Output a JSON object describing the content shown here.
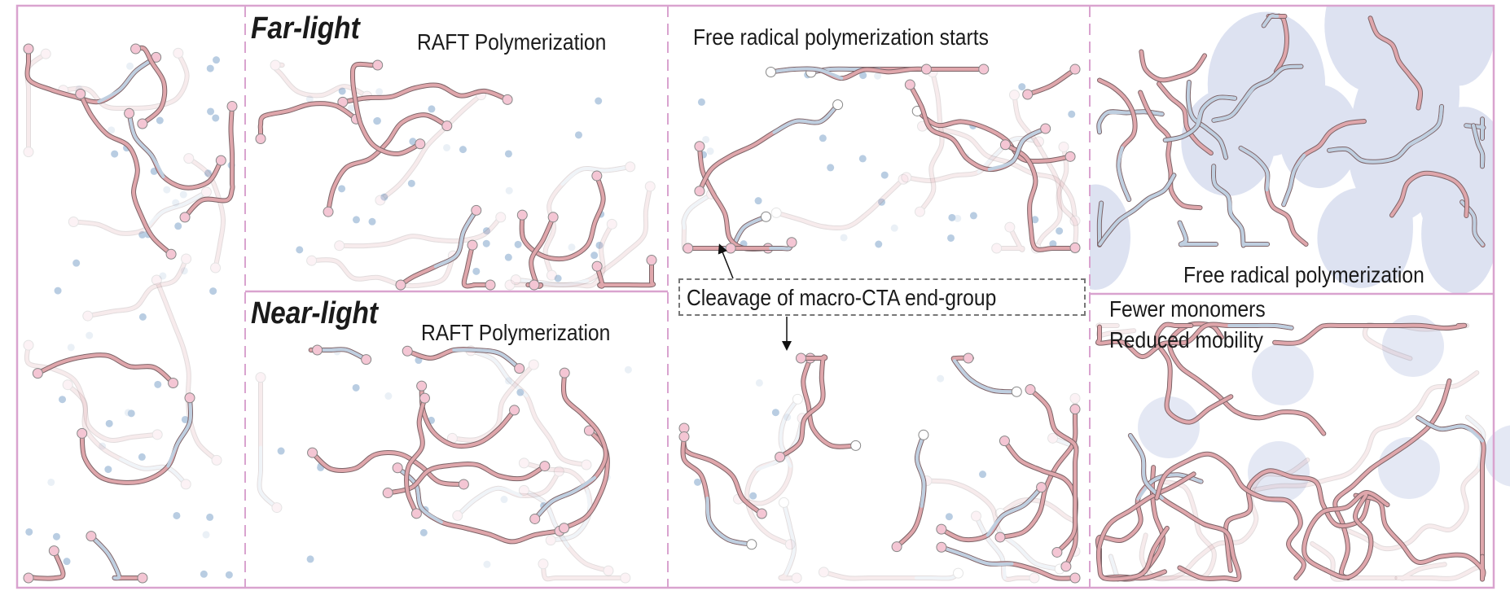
{
  "panels": {
    "far_light": {
      "title": "Far-light",
      "subtitle": "RAFT Polymerization"
    },
    "near_light": {
      "title": "Near-light",
      "subtitle": "RAFT Polymerization"
    },
    "frp_starts": {
      "label": "Free radical polymerization starts"
    },
    "cleavage": {
      "label": "Cleavage of macro-CTA end-group"
    },
    "frp": {
      "label": "Free radical polymerization"
    },
    "dense": {
      "line1": "Fewer monomers",
      "line2": "Reduced mobility"
    }
  },
  "colors": {
    "frame": "#d9a3cf",
    "chain_pink": "#dfa6ab",
    "chain_blue": "#bfcfe0",
    "chain_outline": "#7d6468",
    "bead_pink": "#f4c6d4",
    "monomer": "#b9cde2",
    "blob": "#dde2f1"
  }
}
